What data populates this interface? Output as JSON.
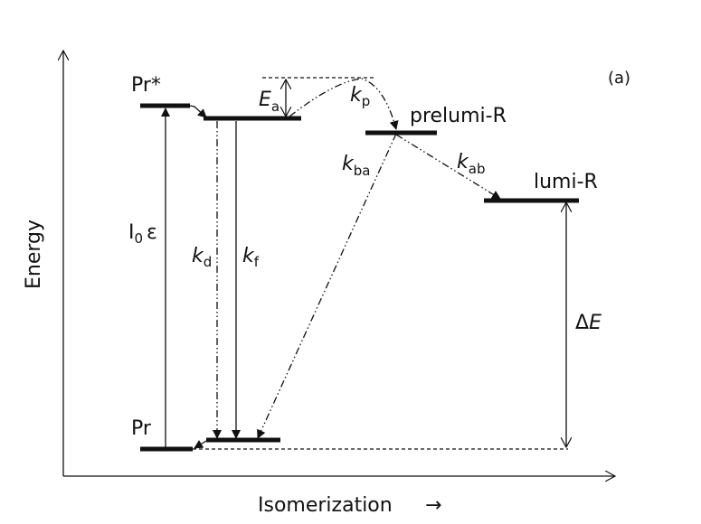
{
  "panel_label": "(a)",
  "axes": {
    "y_label": "Energy",
    "x_label": "Isomerization",
    "x_arrow": "→"
  },
  "states": {
    "excited": "Pr*",
    "ground": "Pr",
    "prelumi": "prelumi-R",
    "lumi": "lumi-R"
  },
  "rates": {
    "excitation": {
      "main": "I",
      "sub": "0",
      "tail": "ε"
    },
    "kd": {
      "main": "k",
      "sub": "d"
    },
    "kf": {
      "main": "k",
      "sub": "f"
    },
    "ea": {
      "main": "E",
      "sub": "a"
    },
    "kp": {
      "main": "k",
      "sub": "p"
    },
    "kba": {
      "main": "k",
      "sub": "ba"
    },
    "kab": {
      "main": "k",
      "sub": "ab"
    },
    "delta_e": {
      "main": "Δ",
      "tail": "E"
    }
  }
}
